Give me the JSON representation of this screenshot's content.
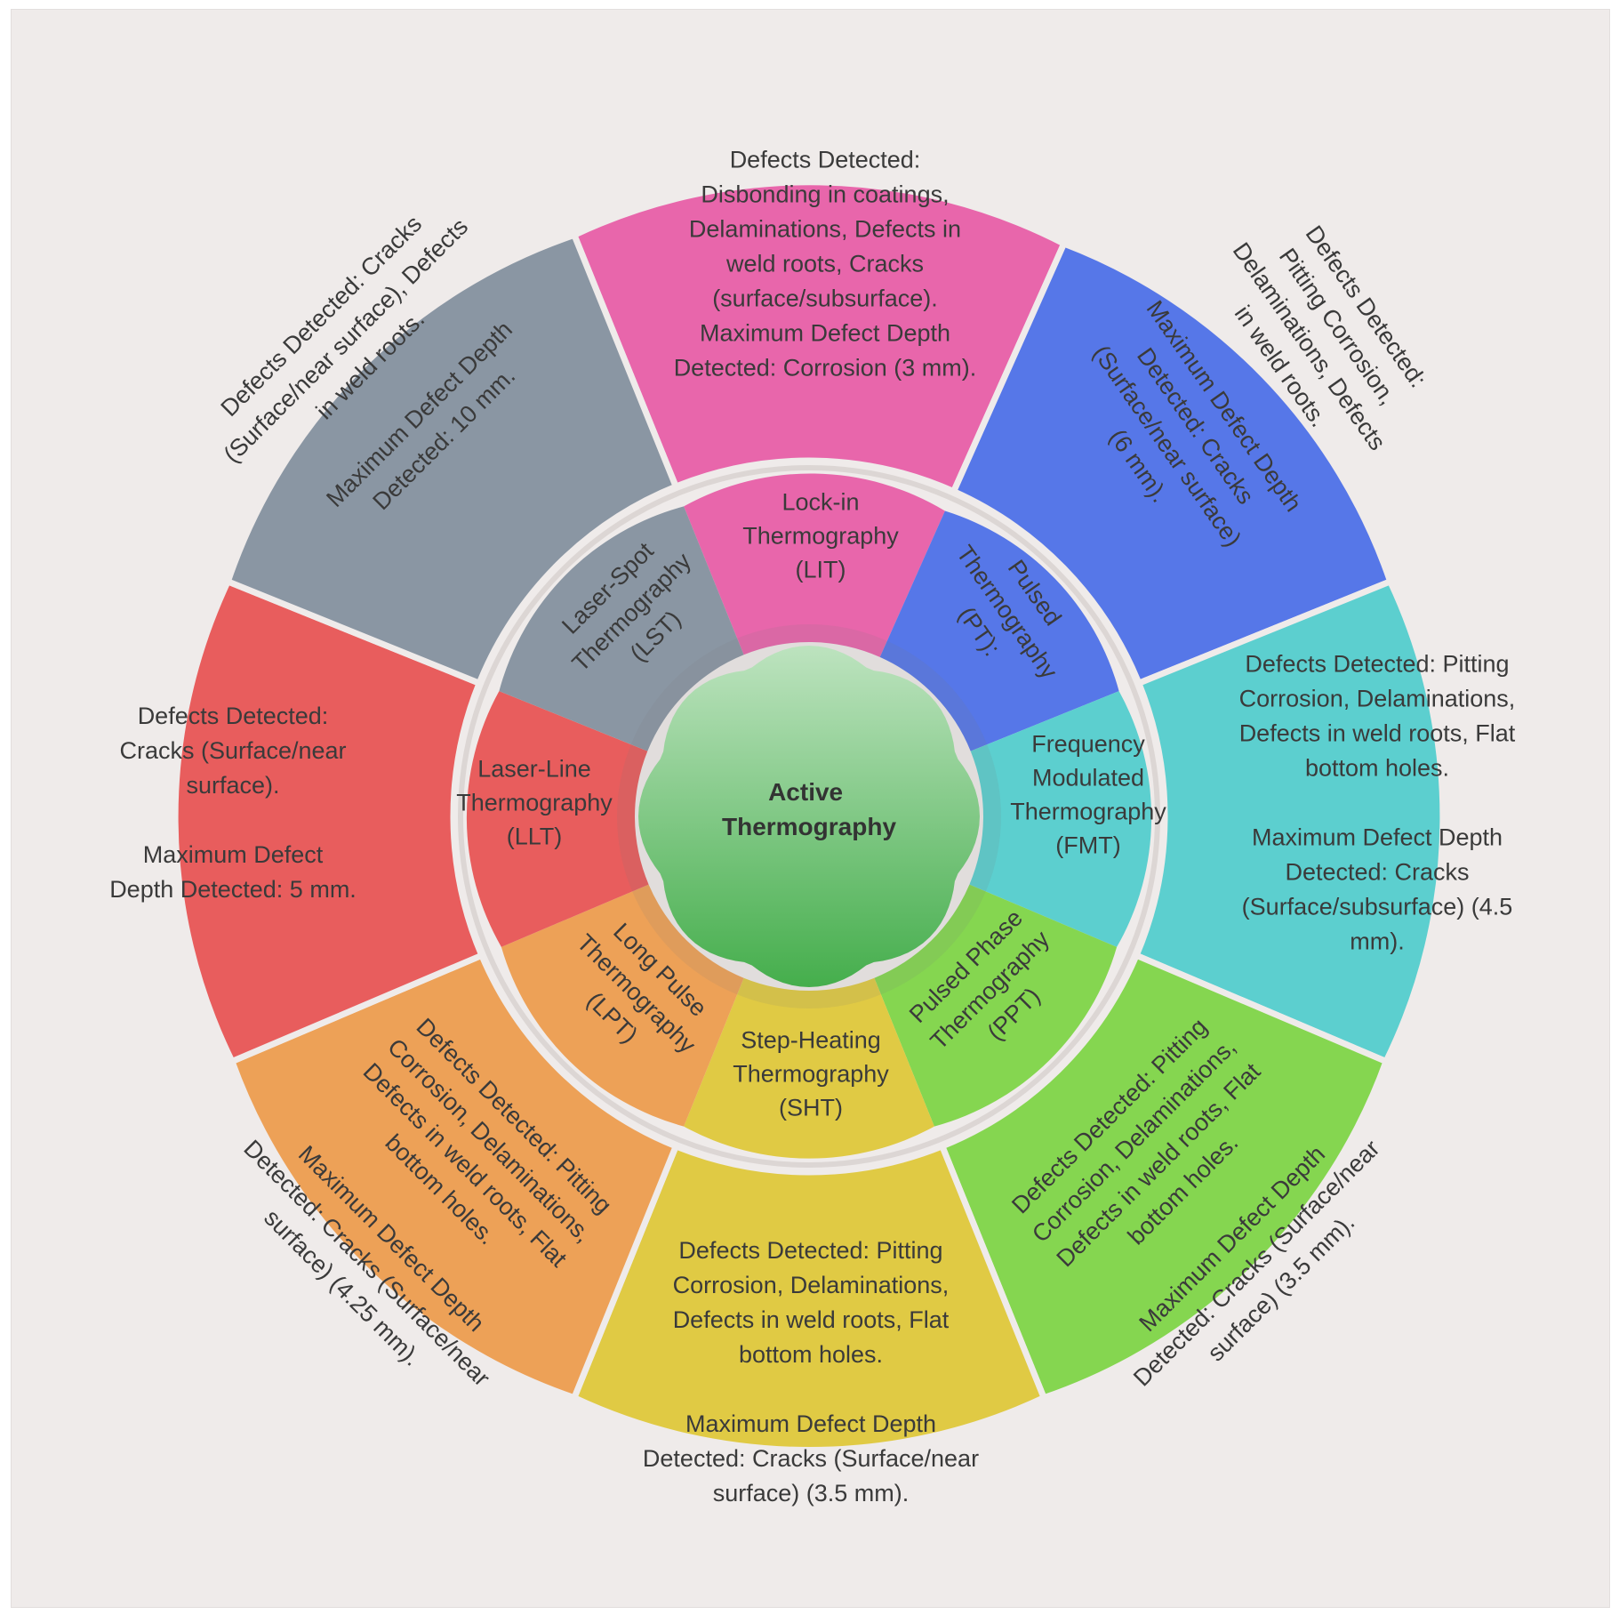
{
  "center": {
    "lines": [
      "Active",
      "Thermography"
    ]
  },
  "segments": [
    {
      "id": "lit",
      "color": "#e866ab",
      "method": [
        "Lock-in",
        "Thermography",
        "(LIT)"
      ],
      "details": [
        "Defects Detected:",
        "Disbonding in coatings,",
        "Delaminations, Defects in",
        "weld roots, Cracks",
        "(surface/subsurface).",
        "Maximum Defect Depth",
        "Detected: Corrosion (3 mm)."
      ]
    },
    {
      "id": "pt",
      "color": "#5677e8",
      "method": [
        "Pulsed",
        "Thermography",
        "(PT):"
      ],
      "details": [
        "Defects Detected:",
        "Pitting Corrosion,",
        "Delaminations, Defects",
        "in weld roots.",
        "",
        "Maximum Defect Depth",
        "Detected: Cracks",
        "(Surface/near surface)",
        "(6 mm)."
      ]
    },
    {
      "id": "fmt",
      "color": "#5ccfcf",
      "method": [
        "Frequency",
        "Modulated",
        "Thermography",
        "(FMT)"
      ],
      "details": [
        "Defects Detected: Pitting",
        "Corrosion, Delaminations,",
        "Defects in weld roots, Flat",
        "bottom holes.",
        "",
        "Maximum Defect Depth",
        "Detected: Cracks",
        "(Surface/subsurface) (4.5",
        "mm)."
      ]
    },
    {
      "id": "ppt",
      "color": "#85d650",
      "method": [
        "Pulsed Phase",
        "Thermography",
        "(PPT)"
      ],
      "details": [
        "Defects Detected: Pitting",
        "Corrosion, Delaminations,",
        "Defects in weld roots, Flat",
        "bottom holes.",
        "",
        "Maximum Defect Depth",
        "Detected: Cracks (Surface/near",
        "surface) (3.5 mm)."
      ]
    },
    {
      "id": "sht",
      "color": "#e0ca44",
      "method": [
        "Step-Heating",
        "Thermography",
        "(SHT)"
      ],
      "details": [
        "Defects Detected: Pitting",
        "Corrosion, Delaminations,",
        "Defects in weld roots, Flat",
        "bottom holes.",
        "",
        "Maximum Defect Depth",
        "Detected: Cracks (Surface/near",
        "surface) (3.5 mm)."
      ]
    },
    {
      "id": "lpt",
      "color": "#eda157",
      "method": [
        "Long Pulse",
        "Thermography",
        "(LPT)"
      ],
      "details": [
        "Defects Detected: Pitting",
        "Corrosion, Delaminations,",
        "Defects in weld roots, Flat",
        "bottom holes.",
        "",
        "Maximum Defect Depth",
        "Detected: Cracks (Surface/near",
        "surface) (4.25 mm)."
      ]
    },
    {
      "id": "llt",
      "color": "#e85d5d",
      "method": [
        "Laser-Line",
        "Thermography",
        "(LLT)"
      ],
      "details": [
        "Defects Detected:",
        "Cracks (Surface/near",
        "surface).",
        "",
        "Maximum Defect",
        "Depth Detected: 5 mm."
      ]
    },
    {
      "id": "lst",
      "color": "#8a96a3",
      "method": [
        "Laser-Spot",
        "Thermography",
        "(LST)"
      ],
      "details": [
        "Defects Detected: Cracks",
        "(Surface/near surface), Defects",
        "in weld roots.",
        "",
        "Maximum Defect Depth",
        "Detected: 10 mm."
      ]
    }
  ]
}
